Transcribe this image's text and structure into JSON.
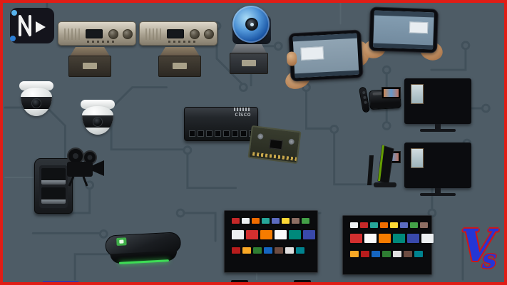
{
  "page": {
    "background": "#4e5c66",
    "border_color": "#e01d16",
    "trace_color": "#41505a",
    "bottom_accent_color": "#2430c8"
  },
  "switch": {
    "brand": "cisco"
  },
  "vs_logo": {
    "v": "V",
    "s": "s"
  },
  "devices": [
    {
      "name": "video-watermark-logo"
    },
    {
      "name": "av-processor-1"
    },
    {
      "name": "av-processor-2"
    },
    {
      "name": "blu-ray-player"
    },
    {
      "name": "hdmi-extender-1"
    },
    {
      "name": "hdmi-extender-2"
    },
    {
      "name": "hdmi-extender-3"
    },
    {
      "name": "tablet-in-hands-1"
    },
    {
      "name": "tablet-in-hands-2"
    },
    {
      "name": "dome-camera-1"
    },
    {
      "name": "dome-camera-2"
    },
    {
      "name": "network-switch"
    },
    {
      "name": "circuit-board"
    },
    {
      "name": "media-streamer-box"
    },
    {
      "name": "shield-streamer"
    },
    {
      "name": "wall-tv-1"
    },
    {
      "name": "wall-tv-2"
    },
    {
      "name": "nas-storage"
    },
    {
      "name": "film-camera"
    },
    {
      "name": "wireless-router"
    },
    {
      "name": "smart-tv-left"
    },
    {
      "name": "smart-tv-right"
    },
    {
      "name": "vs-logo"
    }
  ],
  "smart_tv_left": {
    "row_top": [
      "#c62828",
      "#eceff1",
      "#ef6c00",
      "#26a69a",
      "#5c6bc0",
      "#fdd835",
      "#8d6e63",
      "#43a047"
    ],
    "row_mid": [
      "#eceff1",
      "#d32f2f",
      "#f57c00",
      "#fafafa",
      "#00897b",
      "#3949ab"
    ],
    "row_bottom": [
      "#b71c1c",
      "#f9a825",
      "#2e7d32",
      "#1565c0",
      "#6d4c41",
      "#e0e0e0",
      "#00838f"
    ]
  },
  "smart_tv_right": {
    "row_top": [
      "#eceff1",
      "#c62828",
      "#26a69a",
      "#ef6c00",
      "#fdd835",
      "#5c6bc0",
      "#43a047",
      "#8d6e63"
    ],
    "row_mid": [
      "#d32f2f",
      "#fafafa",
      "#f57c00",
      "#00897b",
      "#3949ab",
      "#eceff1"
    ],
    "row_bottom": [
      "#f9a825",
      "#b71c1c",
      "#1565c0",
      "#2e7d32",
      "#e0e0e0",
      "#6d4c41",
      "#00838f"
    ]
  }
}
